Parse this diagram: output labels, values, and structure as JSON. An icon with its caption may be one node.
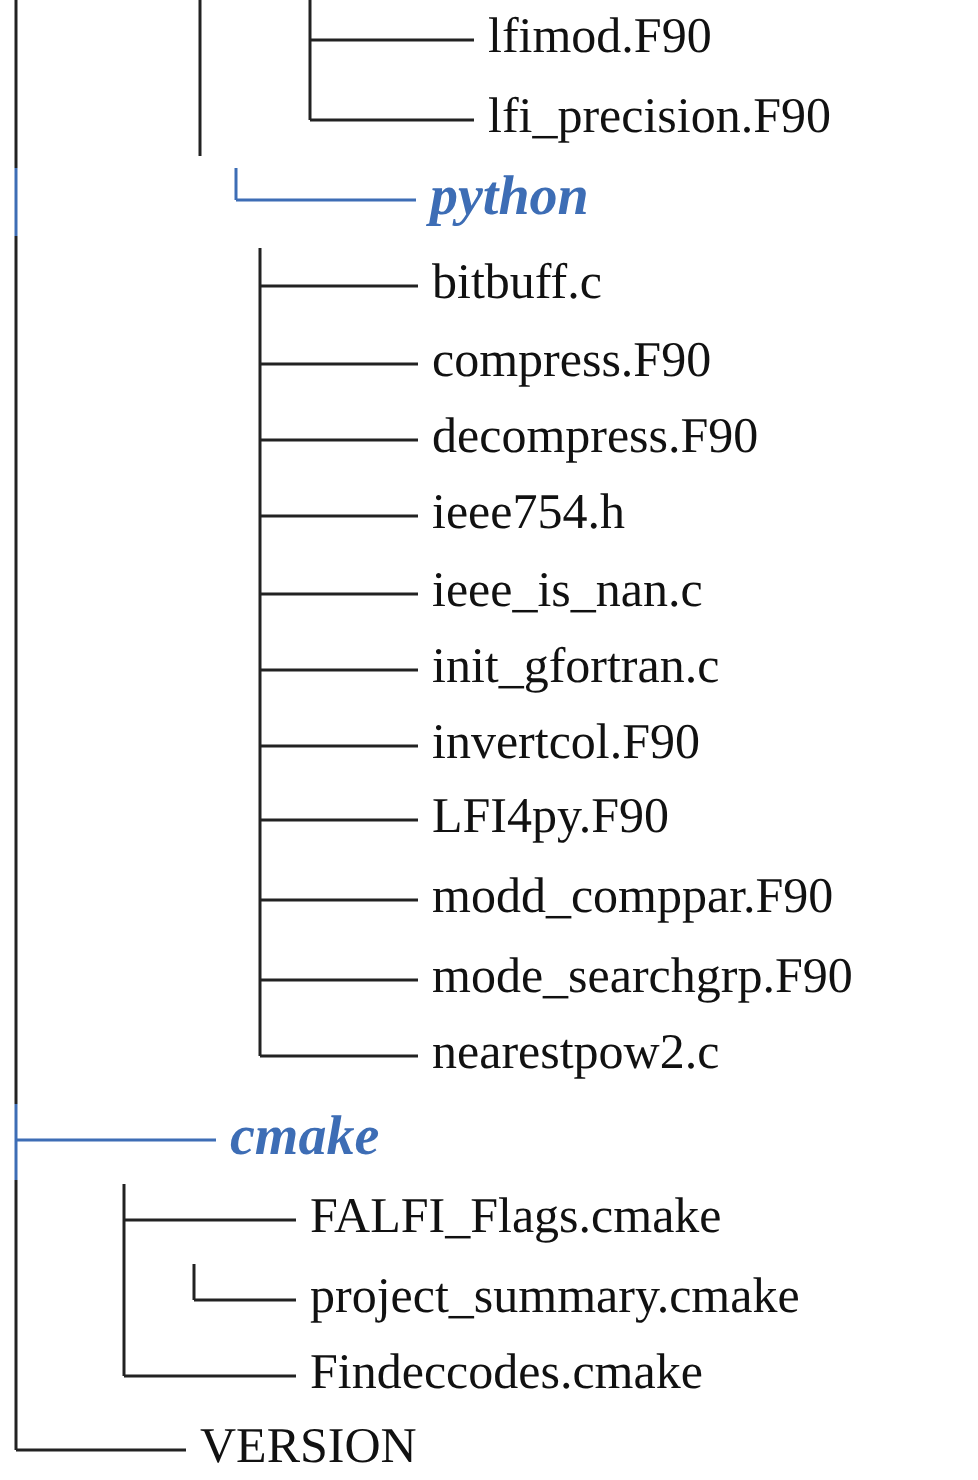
{
  "diagram": {
    "labels": [
      "lfimod.F90",
      "lfi_precision.F90",
      "python",
      "bitbuff.c",
      "compress.F90",
      "decompress.F90",
      "ieee754.h",
      "ieee_is_nan.c",
      "init_gfortran.c",
      "invertcol.F90",
      "LFI4py.F90",
      "modd_comppar.F90",
      "mode_searchgrp.F90",
      "nearestpow2.c",
      "cmake",
      "FALFI_Flags.cmake",
      "project_summary.cmake",
      "Findeccodes.cmake",
      "VERSION"
    ]
  }
}
